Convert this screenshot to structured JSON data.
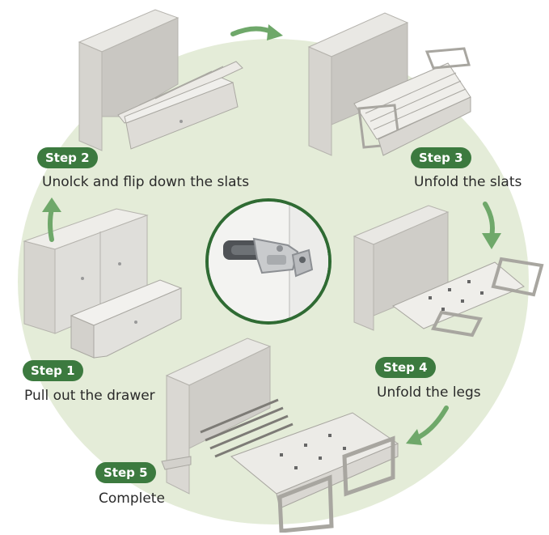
{
  "steps": [
    {
      "badge": "Step 1",
      "caption": "Pull out the drawer"
    },
    {
      "badge": "Step 2",
      "caption": "Unolck and flip down the slats"
    },
    {
      "badge": "Step 3",
      "caption": "Unfold the slats"
    },
    {
      "badge": "Step 4",
      "caption": "Unfold the legs"
    },
    {
      "badge": "Step 5",
      "caption": "Complete"
    }
  ],
  "colors": {
    "badge": "#3c7a3f",
    "background_circle": "#e4ecd8",
    "arrow": "#6fa86a",
    "wood": "#d9d7d2"
  },
  "icons": {
    "center_detail": "latch-icon",
    "arrows": "curved-arrow-icon"
  }
}
